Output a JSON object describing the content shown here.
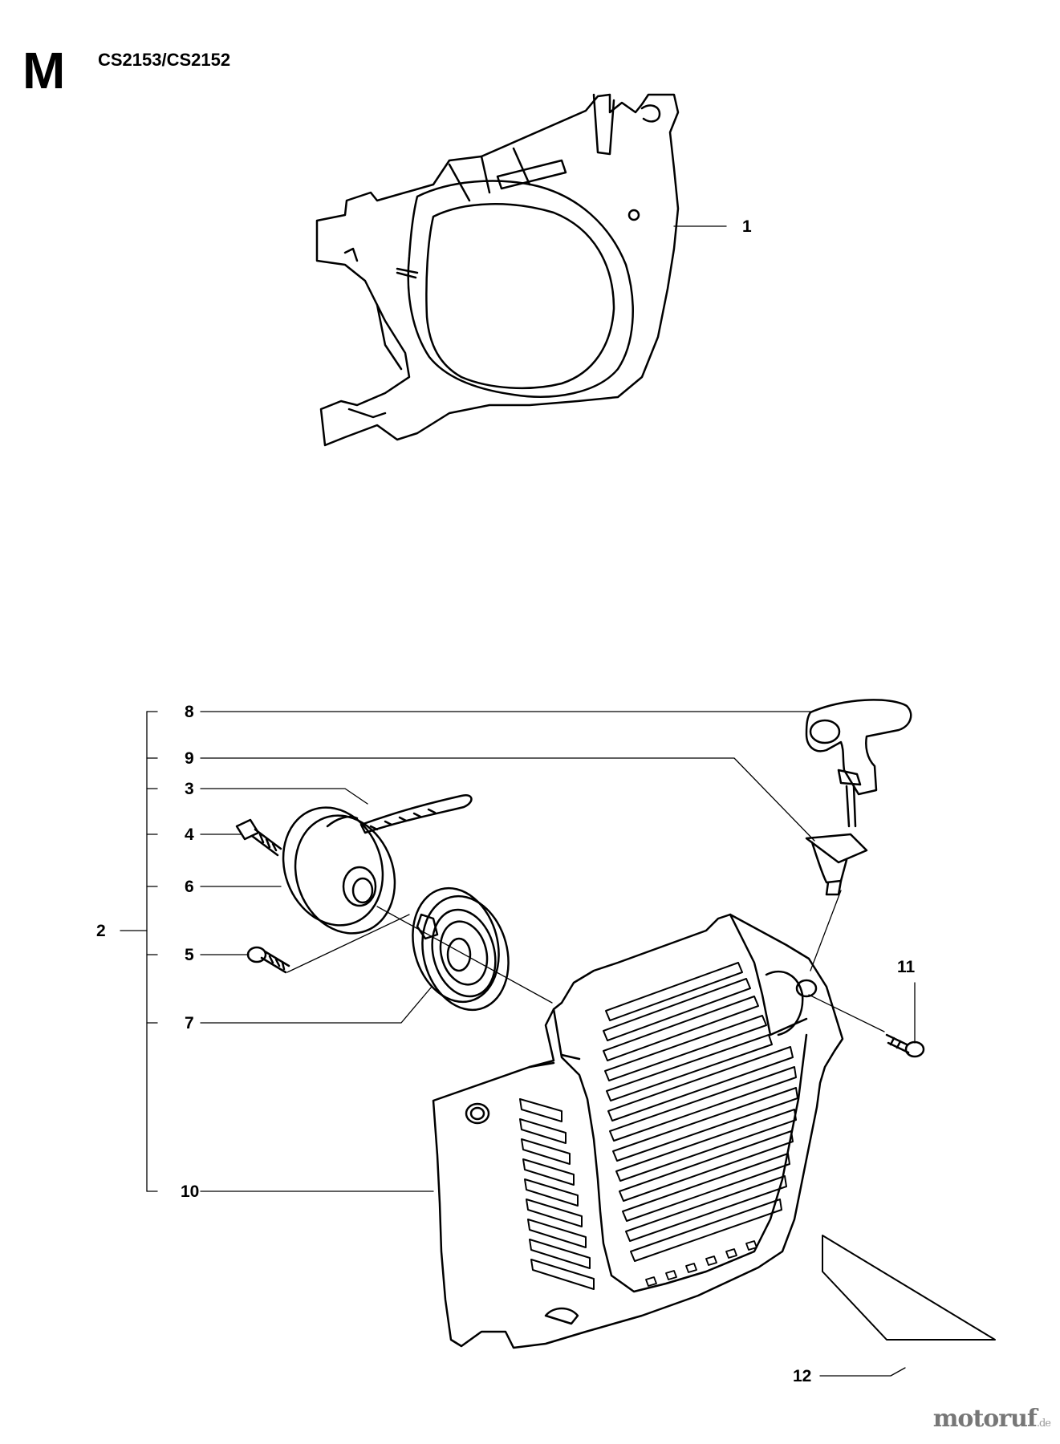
{
  "header": {
    "section_letter": "M",
    "model_code": "CS2153/CS2152"
  },
  "callouts": {
    "c1": "1",
    "c2": "2",
    "c3": "3",
    "c4": "4",
    "c5": "5",
    "c6": "6",
    "c7": "7",
    "c8": "8",
    "c9": "9",
    "c10": "10",
    "c11": "11",
    "c12": "12"
  },
  "watermark": {
    "brand": "motoruf",
    "tld": ".de"
  },
  "colors": {
    "line": "#000000",
    "watermark": "#777777"
  }
}
